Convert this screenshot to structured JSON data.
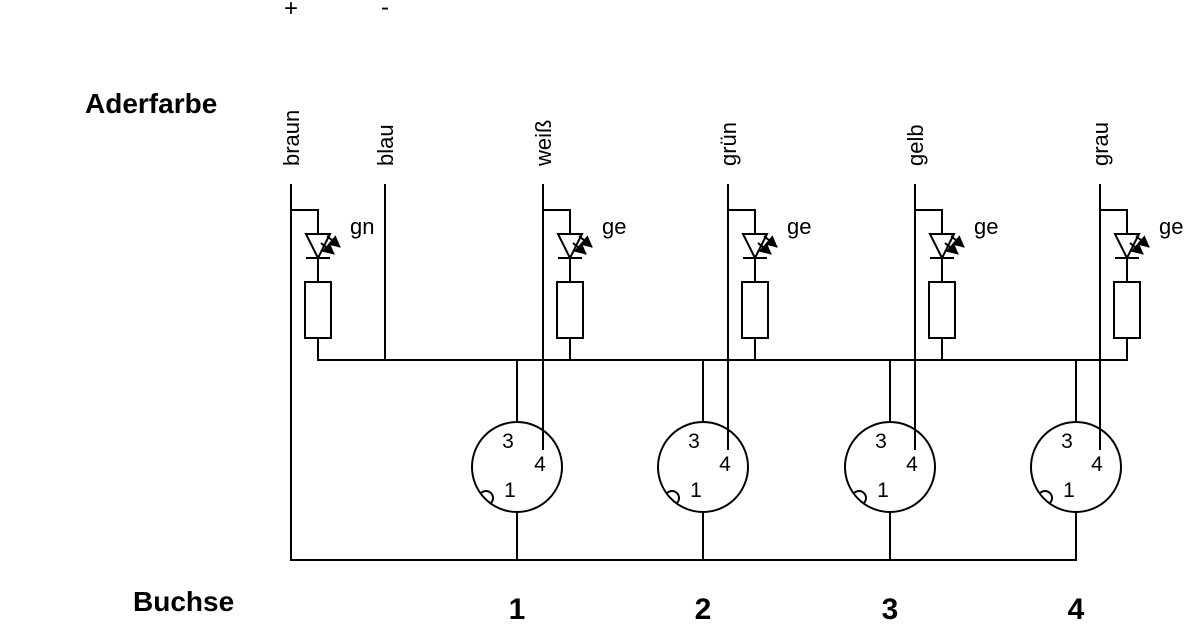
{
  "labels": {
    "wire_color": "Aderfarbe",
    "socket": "Buchse",
    "plus": "+",
    "minus": "-"
  },
  "wires": [
    "braun",
    "blau",
    "weiß",
    "grün",
    "gelb",
    "grau"
  ],
  "led_labels": [
    "gn",
    "ge",
    "ge",
    "ge",
    "ge"
  ],
  "sockets": [
    {
      "number": "1",
      "pin3": "3",
      "pin4": "4",
      "pin1": "1"
    },
    {
      "number": "2",
      "pin3": "3",
      "pin4": "4",
      "pin1": "1"
    },
    {
      "number": "3",
      "pin3": "3",
      "pin4": "4",
      "pin1": "1"
    },
    {
      "number": "4",
      "pin3": "3",
      "pin4": "4",
      "pin1": "1"
    }
  ],
  "colors": {
    "line": "#000000",
    "background": "#ffffff"
  }
}
